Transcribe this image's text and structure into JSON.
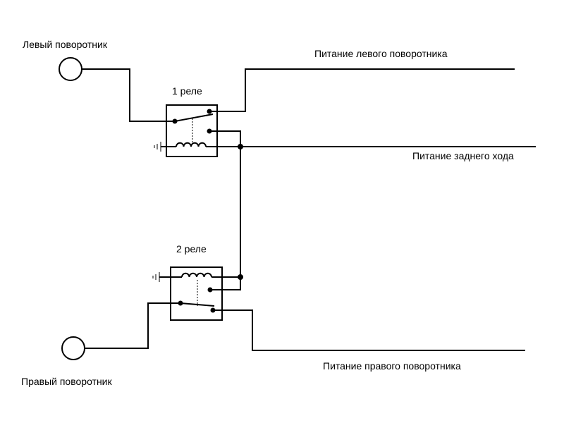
{
  "labels": {
    "left_turn": "Левый поворотник",
    "right_turn": "Правый поворотник",
    "relay1": "1 реле",
    "relay2": "2 реле",
    "left_power": "Питание левого поворотника",
    "reverse_power": "Питание заднего хода",
    "right_power": "Питание правого поворотника"
  },
  "colors": {
    "ink": "#000000",
    "background": "#ffffff"
  },
  "icons": [
    "lamp-icon",
    "ground-icon",
    "coil-icon",
    "switch-contact-icon"
  ]
}
